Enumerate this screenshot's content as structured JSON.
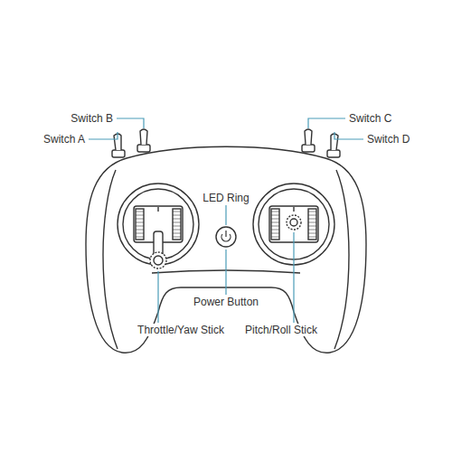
{
  "diagram": {
    "labels": [
      "Switch B",
      "Switch C",
      "Switch A",
      "Switch D",
      "LED Ring",
      "Power Button",
      "Throttle/Yaw Stick",
      "Pitch/Roll Stick"
    ]
  }
}
